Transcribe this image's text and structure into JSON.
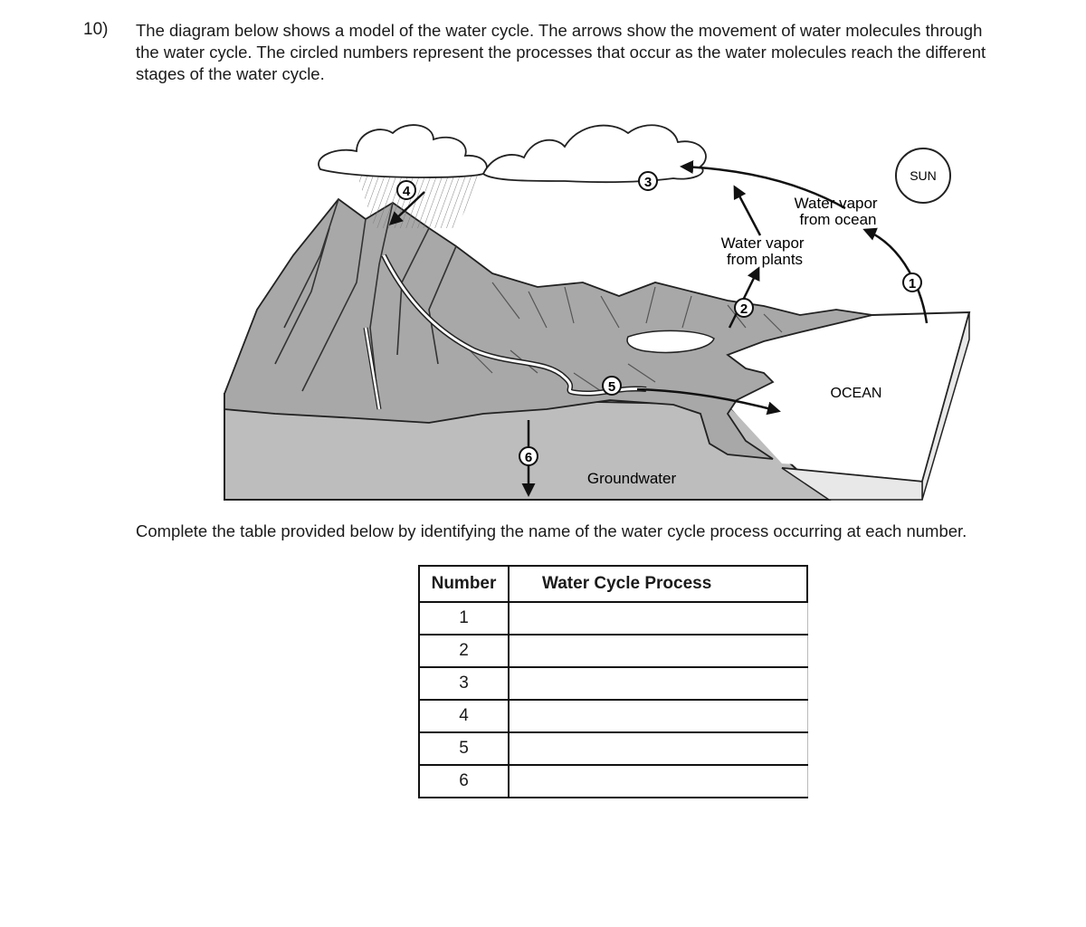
{
  "question": {
    "number": "10)",
    "lines": [
      "The diagram below shows a model of the water cycle. The arrows show the movement of water molecules through",
      "the water cycle. The circled numbers represent the processes that occur as the water molecules reach the different",
      "stages of the water cycle."
    ]
  },
  "diagram": {
    "sun_label": "SUN",
    "ocean_label": "OCEAN",
    "groundwater_label": "Groundwater",
    "vapor_ocean": [
      "Water vapor",
      "from ocean"
    ],
    "vapor_plants": [
      "Water vapor",
      "from plants"
    ],
    "markers": [
      "1",
      "2",
      "3",
      "4",
      "5",
      "6"
    ]
  },
  "instruction": "Complete the table provided below by identifying the name of the water cycle process occurring at each number.",
  "table": {
    "headers": [
      "Number",
      "Water Cycle Process"
    ],
    "rows": [
      {
        "number": "1",
        "process": ""
      },
      {
        "number": "2",
        "process": ""
      },
      {
        "number": "3",
        "process": ""
      },
      {
        "number": "4",
        "process": ""
      },
      {
        "number": "5",
        "process": ""
      },
      {
        "number": "6",
        "process": ""
      }
    ]
  }
}
